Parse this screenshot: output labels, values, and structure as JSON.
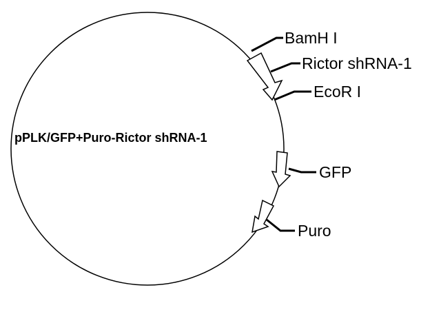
{
  "plasmid": {
    "name": "pPLK/GFP+Puro-Rictor shRNA-1"
  },
  "features": {
    "bamh1": {
      "label": "BamH I"
    },
    "shrna": {
      "label": "Rictor shRNA-1"
    },
    "ecor1": {
      "label": "EcoR I"
    },
    "gfp": {
      "label": "GFP"
    },
    "puro": {
      "label": "Puro"
    }
  },
  "colors": {
    "stroke": "#000000",
    "fill": "#ffffff"
  }
}
